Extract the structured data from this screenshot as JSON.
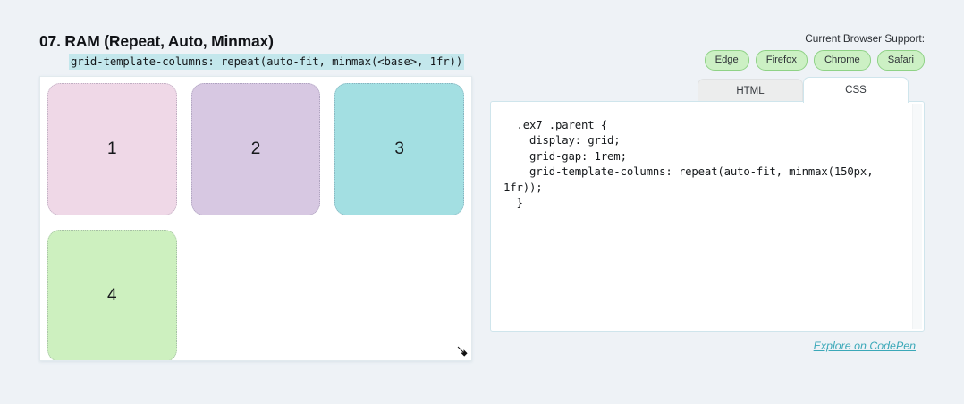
{
  "header": {
    "title": "07. RAM (Repeat, Auto, Minmax)",
    "subtitle_code": "grid-template-columns: repeat(auto-fit, minmax(<base>, 1fr))",
    "support_label": "Current Browser Support:",
    "badges": [
      {
        "label": "Edge"
      },
      {
        "label": "Firefox"
      },
      {
        "label": "Chrome"
      },
      {
        "label": "Safari"
      }
    ]
  },
  "demo": {
    "cells": [
      {
        "label": "1",
        "color": "#efd8e7"
      },
      {
        "label": "2",
        "color": "#d7c8e2"
      },
      {
        "label": "3",
        "color": "#a3dfe2"
      },
      {
        "label": "4",
        "color": "#cdf0bf"
      }
    ],
    "resize_handle": "resize-handle-icon"
  },
  "code_panel": {
    "tabs": [
      {
        "label": "HTML",
        "active": false
      },
      {
        "label": "CSS",
        "active": true
      }
    ],
    "code": "  .ex7 .parent {\n    display: grid;\n    grid-gap: 1rem;\n    grid-template-columns: repeat(auto-fit, minmax(150px, 1fr));\n  }",
    "link_label": "Explore on CodePen"
  },
  "colors": {
    "page_background": "#eef2f6",
    "highlight": "#c3e7ec",
    "badge_fill": "#ccf0c4",
    "badge_border": "#8fd286",
    "link": "#3aa8b8",
    "tab_active_border": "#cfe5ec"
  }
}
